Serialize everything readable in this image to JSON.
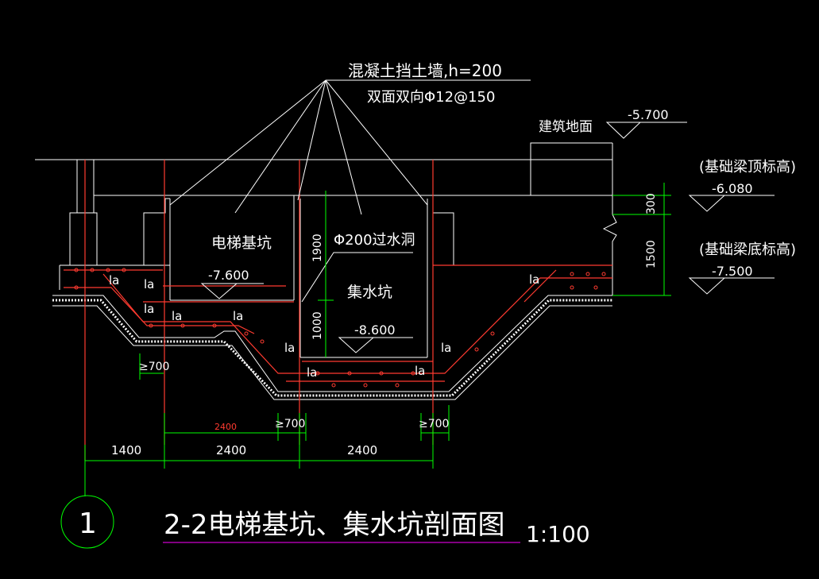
{
  "drawing": {
    "wall_note_line1": "混凝土挡土墙,h=200",
    "wall_note_line2": "双面双向Φ12@150",
    "ground_label": "建筑地面",
    "ground_level": "-5.700",
    "beam_top_label": "(基础梁顶标高)",
    "beam_top_level": "-6.080",
    "beam_bottom_label": "(基础梁底标高)",
    "beam_bottom_level": "-7.500",
    "elevator_pit_label": "电梯基坑",
    "elevator_pit_level": "-7.600",
    "sump_label": "集水坑",
    "sump_level": "-8.600",
    "pipe_label": "Φ200过水洞",
    "anchorage_label": "la",
    "dim_300": "300",
    "dim_1500": "1500",
    "dim_1900": "1900",
    "dim_1000": "1000",
    "dim_1400": "1400",
    "dim_2400": "2400",
    "dim_2400_red": "2400",
    "dim_ge700": "≥700",
    "detail_number": "1",
    "title": "2-2电梯基坑、集水坑剖面图",
    "scale": "1:100"
  },
  "colors": {
    "background": "#000000",
    "lines": "#ffffff",
    "rebar": "#ff3b30",
    "dimension": "#00ff00",
    "title_underline": "#ff00ff"
  }
}
